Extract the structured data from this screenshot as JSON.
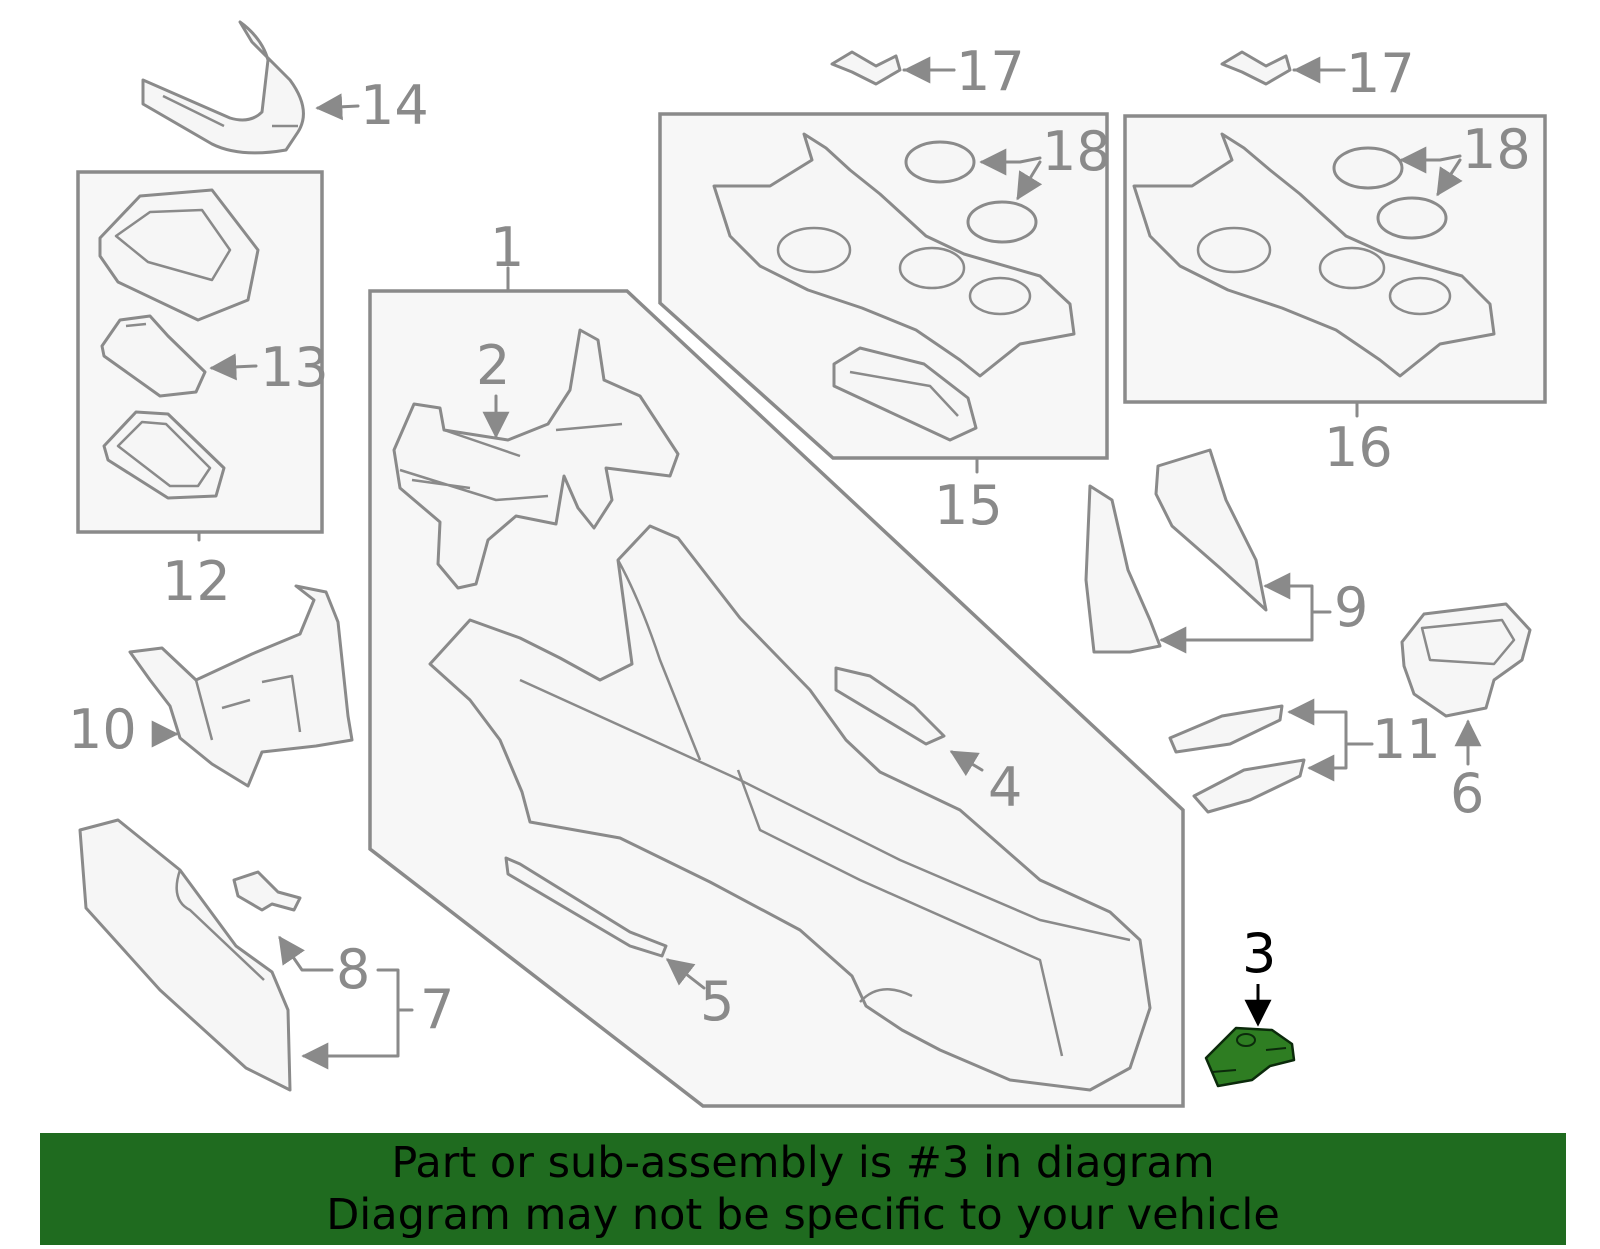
{
  "diagram": {
    "highlight_color": "#2e7d22",
    "banner_color": "#1f6b1f",
    "callouts": {
      "c1": "1",
      "c2": "2",
      "c3": "3",
      "c4": "4",
      "c5": "5",
      "c6": "6",
      "c7": "7",
      "c8": "8",
      "c9": "9",
      "c10": "10",
      "c11": "11",
      "c12": "12",
      "c13": "13",
      "c14": "14",
      "c15": "15",
      "c16": "16",
      "c17a": "17",
      "c17b": "17",
      "c18a": "18",
      "c18b": "18"
    },
    "highlighted_part": "3"
  },
  "banner": {
    "line1": "Part or sub-assembly is #3 in diagram",
    "line2": "Diagram may not be specific to your vehicle"
  }
}
